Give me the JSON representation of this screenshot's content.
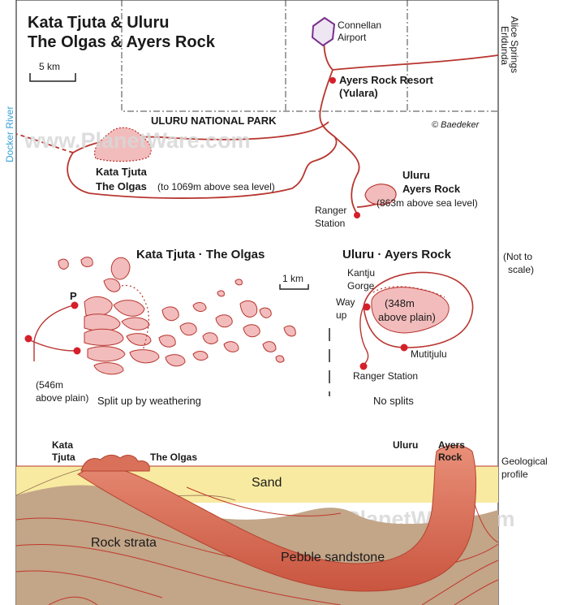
{
  "title": {
    "line1": "Kata Tjuta & Uluru",
    "line2": "The Olgas & Ayers Rock"
  },
  "scale_main": "5 km",
  "scale_detail": "1 km",
  "copyright": "© Baedeker",
  "watermark": "www.PlanetWare.com",
  "park_label": "ULURU NATIONAL PARK",
  "places": {
    "connellan": [
      "Connellan",
      "Airport"
    ],
    "resort": [
      "Ayers Rock Resort",
      "(Yulara)"
    ],
    "kata_tjuta": [
      "Kata Tjuta",
      "The Olgas",
      "(to 1069m above sea level)"
    ],
    "uluru": [
      "Uluru",
      "Ayers Rock",
      "(863m above sea level)"
    ],
    "ranger": [
      "Ranger",
      "Station"
    ]
  },
  "side_labels": {
    "alice_springs": "Alice Springs",
    "erldunda": "Erldunda",
    "docker_river": "Docker River",
    "not_to_scale": [
      "(Not to",
      "scale)"
    ],
    "geological_profile": [
      "Geological",
      "profile"
    ]
  },
  "detail_olgas": {
    "title": "Kata Tjuta · The Olgas",
    "parking": "P",
    "height": [
      "(546m",
      "above plain)"
    ],
    "caption": "Split up by weathering"
  },
  "detail_uluru": {
    "title": "Uluru · Ayers Rock",
    "gorge": [
      "Kantju",
      "Gorge"
    ],
    "way_up": [
      "Way",
      "up"
    ],
    "height": [
      "(348m",
      "above plain)"
    ],
    "mutitjulu": "Mutitjulu",
    "ranger": "Ranger Station",
    "caption": "No splits"
  },
  "profile": {
    "kata_tjuta": [
      "Kata",
      "Tjuta"
    ],
    "olgas": "The Olgas",
    "uluru": "Uluru",
    "ayers_rock": [
      "Ayers",
      "Rock"
    ],
    "sand": "Sand",
    "rock_strata": "Rock strata",
    "pebble_sandstone": "Pebble sandstone"
  },
  "colors": {
    "rock_fill": "#f2bcbc",
    "road_red": "#b8352f",
    "marker_red": "#d4202a",
    "sand": "#f8eaa0",
    "strata": "#c3a588",
    "sandstone": "#d9705a"
  }
}
